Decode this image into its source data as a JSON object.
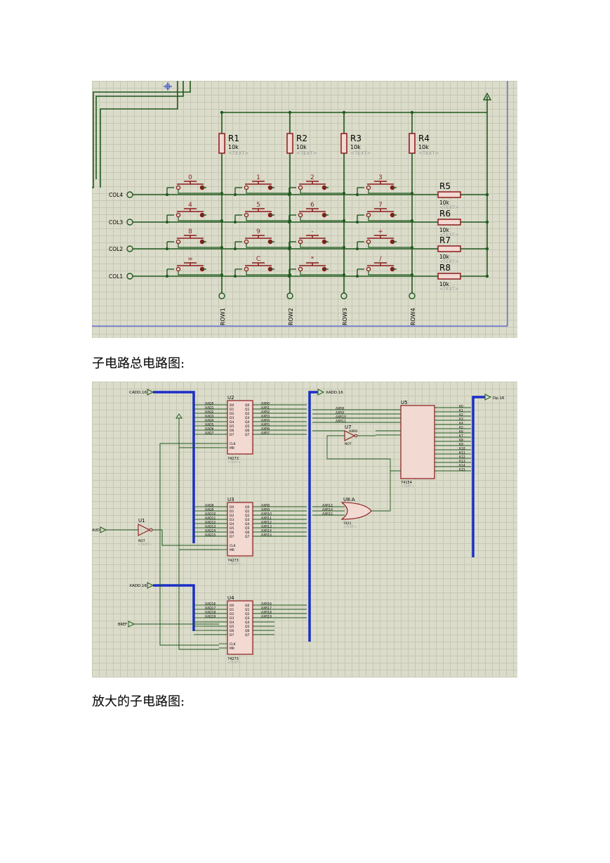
{
  "captions": {
    "first": "子电路总电路图:",
    "second": "放大的子电路图:"
  },
  "keypad": {
    "cols": [
      "COL4",
      "COL3",
      "COL2",
      "COL1"
    ],
    "rows": [
      "ROW1",
      "ROW2",
      "ROW3",
      "ROW4"
    ],
    "pullups_top": [
      {
        "name": "R1",
        "value": "10k",
        "tag": "<TEXT>"
      },
      {
        "name": "R2",
        "value": "10k",
        "tag": "<TEXT>"
      },
      {
        "name": "R3",
        "value": "10k",
        "tag": "<TEXT>"
      },
      {
        "name": "R4",
        "value": "10k",
        "tag": "<TEXT>"
      }
    ],
    "pullups_right": [
      {
        "name": "R5",
        "value": "10k",
        "tag": "<TEXT>"
      },
      {
        "name": "R6",
        "value": "10k",
        "tag": "<TEXT>"
      },
      {
        "name": "R7",
        "value": "10k",
        "tag": "<TEXT>"
      },
      {
        "name": "R8",
        "value": "10k",
        "tag": "<TEXT>"
      }
    ],
    "keys": [
      [
        "0",
        "1",
        "2",
        "3"
      ],
      [
        "4",
        "5",
        "6",
        "7"
      ],
      [
        "8",
        "9",
        "-",
        "+"
      ],
      [
        "=",
        "C",
        "*",
        "/"
      ]
    ]
  },
  "decoder": {
    "bus_in_top": "CADD.16",
    "bus_mid": "XADD.16",
    "bus_out": "Dp.16",
    "bus_in_bottom": "XADD.16",
    "in_left1": "AUD",
    "in_left2": "BREF",
    "latches": [
      {
        "name": "U2",
        "type": "74273",
        "tag": "<TEXT>",
        "inputs": [
          "XAD0",
          "XAD1",
          "XAD2",
          "XAD3",
          "XAD4",
          "XAD5",
          "XAD6",
          "XAD7"
        ],
        "outputs": [
          "AXR0",
          "AXR1",
          "AXR2",
          "AXR3",
          "AXR4",
          "AXR5",
          "AXR6",
          "AXR7"
        ]
      },
      {
        "name": "U3",
        "type": "74273",
        "tag": "<TEXT>",
        "inputs": [
          "XAD8",
          "XAD9",
          "XAD10",
          "XAD11",
          "XAD12",
          "XAD13",
          "XAD14",
          "XAD15"
        ],
        "outputs": [
          "AXR8",
          "AXR9",
          "AXR10",
          "AXR11",
          "AXR12",
          "AXR13",
          "AXR14",
          "AXR15"
        ]
      },
      {
        "name": "U4",
        "type": "74273",
        "tag": "<TEXT>",
        "inputs": [
          "XAD16",
          "XAD17",
          "XAD18",
          "XAD19"
        ],
        "outputs": [
          "AXR16",
          "AXR17",
          "AXR18",
          "AXR19"
        ]
      }
    ],
    "inverter1": {
      "name": "U1",
      "type": "NOT",
      "tag": "<TEXT>"
    },
    "inverter2": {
      "name": "U7",
      "type": "NOT",
      "label": "AXR0"
    },
    "gate": {
      "name": "U8:A",
      "type": "7421",
      "tag": "<TEXT>",
      "inputs": [
        "AXR12",
        "AXR14",
        "AXR15"
      ]
    },
    "decoder_chip": {
      "name": "U5",
      "type": "74154",
      "tag": "<TEXT>",
      "inputs": [
        "AXR8",
        "AXR9",
        "AXR10",
        "AXR11"
      ],
      "outputs": [
        "K0",
        "K1",
        "K2",
        "K3",
        "K4",
        "K5",
        "K6",
        "K7",
        "K8",
        "K9",
        "K10",
        "K11",
        "K12",
        "K13",
        "K14",
        "K15"
      ]
    }
  },
  "colors": {
    "wire": "#1e5a1e",
    "part": "#8b1a1a",
    "bus": "#1a2fc8",
    "text": "#000000",
    "dimtext": "#9a9a9a",
    "grid_bg": "#dcdccb",
    "chip_fill": "#f2d9d2"
  }
}
